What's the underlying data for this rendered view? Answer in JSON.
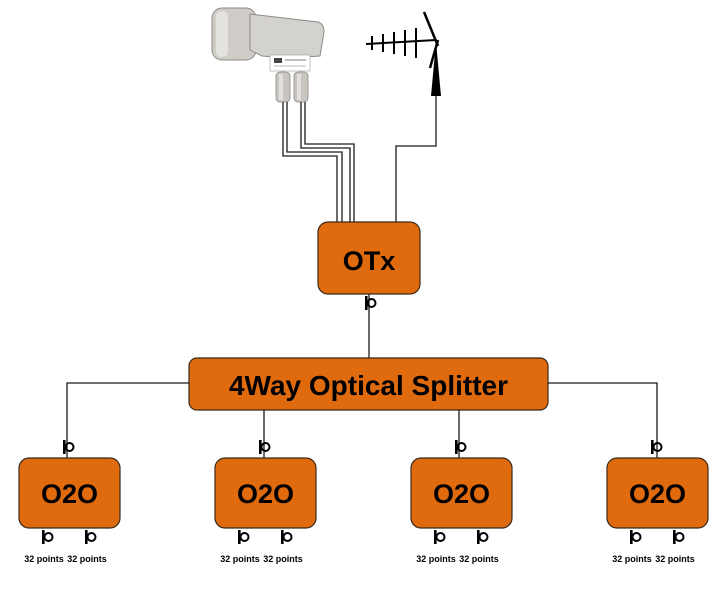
{
  "colors": {
    "box_fill": "#e06a0e",
    "box_stroke": "#3a2a1a",
    "wire": "#1a1a1a",
    "lnb_body": "#d4d2cf"
  },
  "icons": {
    "lnb": "lnb-icon",
    "antenna": "yagi-antenna-icon"
  },
  "otx": {
    "label": "OTx"
  },
  "splitter": {
    "label": "4Way Optical Splitter"
  },
  "o2o_units": [
    {
      "label": "O2O",
      "outputs": [
        "32 points",
        "32 points"
      ]
    },
    {
      "label": "O2O",
      "outputs": [
        "32 points",
        "32 points"
      ]
    },
    {
      "label": "O2O",
      "outputs": [
        "32 points",
        "32 points"
      ]
    },
    {
      "label": "O2O",
      "outputs": [
        "32 points",
        "32 points"
      ]
    }
  ]
}
